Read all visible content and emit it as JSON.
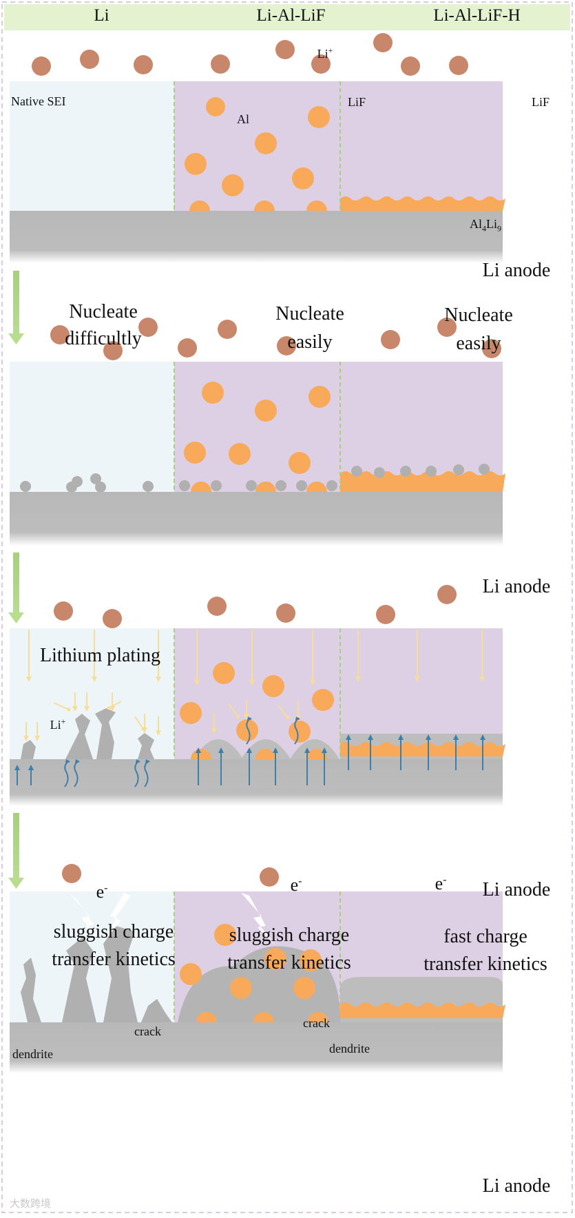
{
  "headers": [
    "Li",
    "Li-Al-LiF",
    "Li-Al-LiF-H"
  ],
  "labels": {
    "native_sei": "Native SEI",
    "li_ion": "Li+",
    "al": "Al",
    "lif": "LiF",
    "al4li9": "Al4Li9",
    "li_anode": "Li anode",
    "li_ion_flux": "Li+",
    "electron": "e-",
    "dendrite": "dendrite",
    "crack": "crack"
  },
  "steps": {
    "nucleate_li_line1": "Nucleate",
    "nucleate_li_line2": "difficultly",
    "nucleate_al_line1": "Nucleate",
    "nucleate_al_line2": "easily",
    "nucleate_h_line1": "Nucleate",
    "nucleate_h_line2": "easily",
    "plating": "Lithium plating",
    "kinetics_li_line1": "sluggish charge",
    "kinetics_li_line2": "transfer kinetics",
    "kinetics_al_line1": "sluggish charge",
    "kinetics_al_line2": "transfer kinetics",
    "kinetics_h_line1": "fast charge",
    "kinetics_h_line2": "transfer kinetics"
  },
  "watermark": "大数跨境",
  "colors": {
    "header_bg": "#e4f2d0",
    "sei_bg": "#eef5f8",
    "lif_bg": "#ddd0e4",
    "li_ion": "#c8866a",
    "al_particle": "#f8aa5a",
    "anode": "#bdbdbd",
    "arrow_green": "#a6d178",
    "flux_yellow": "#f8dd96",
    "electron_blue": "#3f7ea8",
    "border": "#cbb8d8"
  }
}
